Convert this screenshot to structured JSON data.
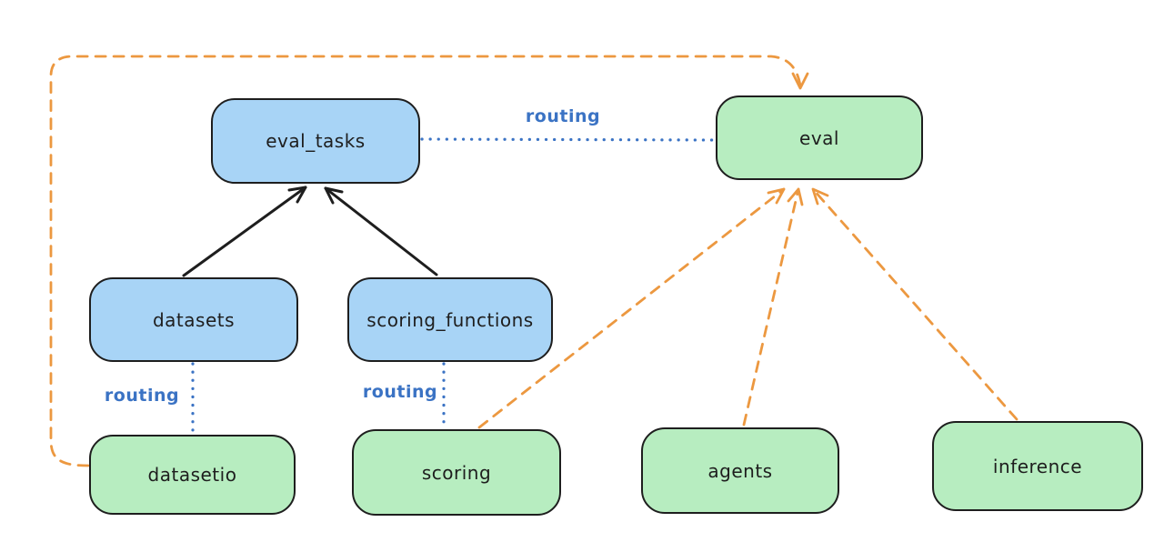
{
  "diagram": {
    "nodes": {
      "eval_tasks": {
        "label": "eval_tasks",
        "fill": "#a8d4f6"
      },
      "eval": {
        "label": "eval",
        "fill": "#b7edc0"
      },
      "datasets": {
        "label": "datasets",
        "fill": "#a8d4f6"
      },
      "scoring_functions": {
        "label": "scoring_functions",
        "fill": "#a8d4f6"
      },
      "datasetio": {
        "label": "datasetio",
        "fill": "#b7edc0"
      },
      "scoring": {
        "label": "scoring",
        "fill": "#b7edc0"
      },
      "agents": {
        "label": "agents",
        "fill": "#b7edc0"
      },
      "inference": {
        "label": "inference",
        "fill": "#b7edc0"
      }
    },
    "edges": [
      {
        "from": "datasets",
        "to": "eval_tasks",
        "style": "solid-arrow",
        "color": "#1e1e1e"
      },
      {
        "from": "scoring_functions",
        "to": "eval_tasks",
        "style": "solid-arrow",
        "color": "#1e1e1e"
      },
      {
        "from": "eval_tasks",
        "to": "eval",
        "style": "dotted",
        "label": "routing",
        "color": "#3b73c4"
      },
      {
        "from": "datasets",
        "to": "datasetio",
        "style": "dotted",
        "label": "routing",
        "color": "#3b73c4"
      },
      {
        "from": "scoring_functions",
        "to": "scoring",
        "style": "dotted",
        "label": "routing",
        "color": "#3b73c4"
      },
      {
        "from": "datasetio",
        "to": "eval",
        "style": "dashed-arrow",
        "color": "#ec9840"
      },
      {
        "from": "scoring",
        "to": "eval",
        "style": "dashed-arrow",
        "color": "#ec9840"
      },
      {
        "from": "agents",
        "to": "eval",
        "style": "dashed-arrow",
        "color": "#ec9840"
      },
      {
        "from": "inference",
        "to": "eval",
        "style": "dashed-arrow",
        "color": "#ec9840"
      }
    ],
    "colors": {
      "background": "#ffffff",
      "blue_node_fill": "#a8d4f6",
      "green_node_fill": "#b7edc0",
      "stroke": "#1e1e1e",
      "routing_blue": "#3b73c4",
      "dashed_orange": "#ec9840"
    }
  }
}
